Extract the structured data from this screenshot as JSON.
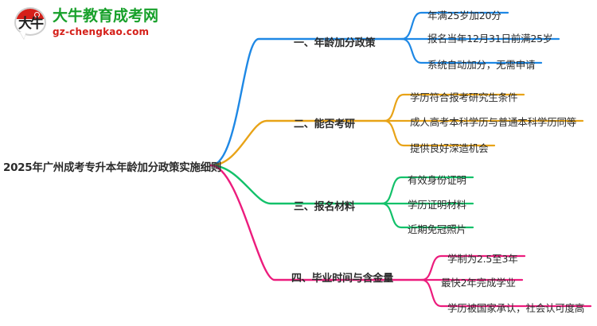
{
  "logo": {
    "name": "大牛教育成考网",
    "domain": "gz-chengkao.com",
    "mark_text": "大牛",
    "brand_green": "#17a02a",
    "brand_red": "#d5201a"
  },
  "mindmap": {
    "root": {
      "label": "2025年广州成考专升本年龄加分政策实施细则"
    },
    "branches": [
      {
        "label": "一、年龄加分政策",
        "color": "#1E88E5",
        "children": [
          {
            "label": "年满25岁加20分"
          },
          {
            "label": "报名当年12月31日前满25岁"
          },
          {
            "label": "系统自动加分，无需申请"
          }
        ]
      },
      {
        "label": "二、能否考研",
        "color": "#E8A317",
        "children": [
          {
            "label": "学历符合报考研究生条件"
          },
          {
            "label": "成人高考本科学历与普通本科学历同等"
          },
          {
            "label": "提供良好深造机会"
          }
        ]
      },
      {
        "label": "三、报名材料",
        "color": "#13C16A",
        "children": [
          {
            "label": "有效身份证明"
          },
          {
            "label": "学历证明材料"
          },
          {
            "label": "近期免冠照片"
          }
        ]
      },
      {
        "label": "四、毕业时间与含金量",
        "color": "#EC1C7D",
        "children": [
          {
            "label": "学制为2.5至3年"
          },
          {
            "label": "最快2年完成学业"
          },
          {
            "label": "学历被国家承认，社会认可度高"
          }
        ]
      }
    ]
  }
}
